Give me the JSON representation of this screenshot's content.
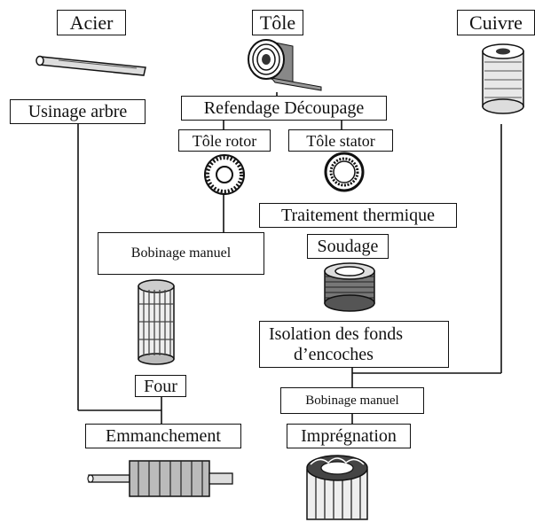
{
  "diagram": {
    "materials": {
      "acier": "Acier",
      "tole": "Tôle",
      "cuivre": "Cuivre"
    },
    "steps": {
      "usinage_arbre": "Usinage arbre",
      "refendage_decoupage": "Refendage Découpage",
      "tole_rotor": "Tôle rotor",
      "tole_stator": "Tôle stator",
      "bobinage_rotor": "Bobinage manuel",
      "traitement_thermique": "Traitement thermique",
      "soudage": "Soudage",
      "isolation_line1": "Isolation des fonds",
      "isolation_line2": "d’encoches",
      "four": "Four",
      "bobinage_stator": "Bobinage manuel",
      "emmanchement": "Emmanchement",
      "impregnation": "Imprégnation"
    },
    "illustrations": [
      "steel-shaft-bar",
      "sheet-metal-coil",
      "copper-wire-spool",
      "rotor-lamination-disc",
      "stator-lamination-ring",
      "wound-rotor",
      "welded-stator-core",
      "assembled-rotor",
      "impregnated-stator"
    ]
  }
}
